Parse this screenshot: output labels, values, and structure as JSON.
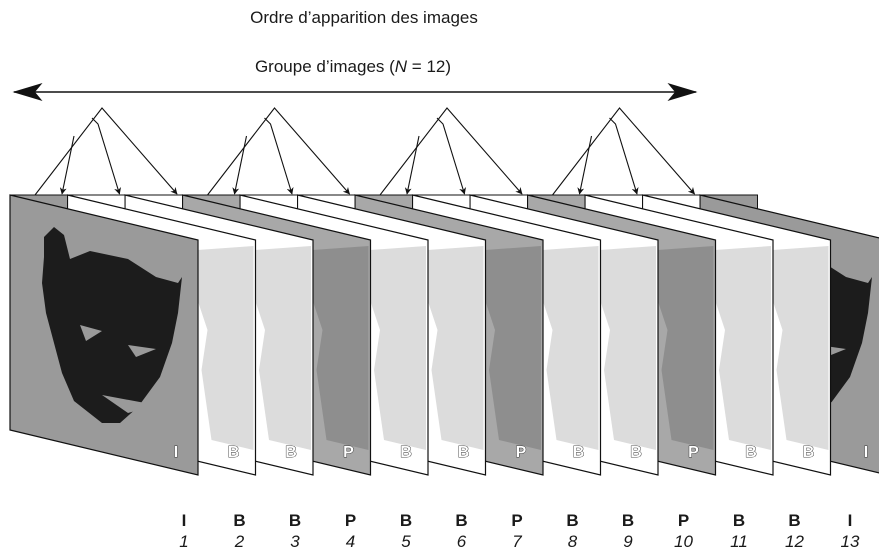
{
  "title": "Ordre d’apparition des images",
  "gop": {
    "prefix": "Groupe d’images (",
    "n_symbol": "N",
    "suffix": " = 12)"
  },
  "frames": [
    {
      "type": "I",
      "number": "1"
    },
    {
      "type": "B",
      "number": "2"
    },
    {
      "type": "B",
      "number": "3"
    },
    {
      "type": "P",
      "number": "4"
    },
    {
      "type": "B",
      "number": "5"
    },
    {
      "type": "B",
      "number": "6"
    },
    {
      "type": "P",
      "number": "7"
    },
    {
      "type": "B",
      "number": "8"
    },
    {
      "type": "B",
      "number": "9"
    },
    {
      "type": "P",
      "number": "10"
    },
    {
      "type": "B",
      "number": "11"
    },
    {
      "type": "B",
      "number": "12"
    },
    {
      "type": "I",
      "number": "13"
    }
  ],
  "colors": {
    "I": "#9a9a9a",
    "P": "#a8a8a8",
    "B": "#ffffff",
    "mask": "#1c1c1c",
    "ghost": "#dcdcdc",
    "ghost_on_P": "#8e8e8e",
    "stroke": "#111111"
  }
}
